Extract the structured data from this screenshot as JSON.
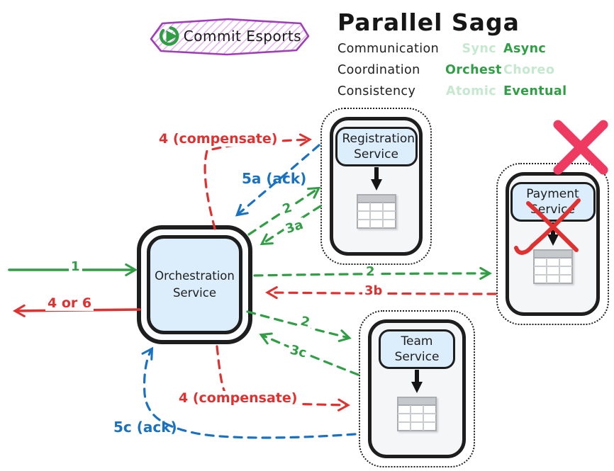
{
  "badge": {
    "text": "Commit Esports",
    "logo_icon": "play-replay-icon"
  },
  "title": "Parallel Saga",
  "legend": {
    "rows": [
      {
        "label": "Communication",
        "options": [
          {
            "text": "Sync",
            "active": false
          },
          {
            "text": "Async",
            "active": true
          }
        ]
      },
      {
        "label": "Coordination",
        "options": [
          {
            "text": "Orchest",
            "active": true
          },
          {
            "text": "Choreo",
            "active": false
          }
        ]
      },
      {
        "label": "Consistency",
        "options": [
          {
            "text": "Atomic",
            "active": false
          },
          {
            "text": "Eventual",
            "active": true
          }
        ]
      }
    ]
  },
  "nodes": {
    "orchestration": {
      "label": "Orchestration Service"
    },
    "registration": {
      "label": "Registration Service",
      "icon": "database-table-icon"
    },
    "payment": {
      "label": "Payment Service",
      "icon": "database-table-icon",
      "status": "failed",
      "status_icon": "red-cross-icon"
    },
    "team": {
      "label": "Team Service",
      "icon": "database-table-icon"
    }
  },
  "failure_marker": {
    "icon": "pink-x-icon",
    "meaning": "failure"
  },
  "edges": {
    "start": {
      "label": "1",
      "style": "solid",
      "color": "green"
    },
    "finish": {
      "label": "4 or 6",
      "style": "solid",
      "color": "red"
    },
    "reg_compensate": {
      "label": "4 (compensate)",
      "style": "dashed",
      "color": "red"
    },
    "reg_ack": {
      "label": "5a (ack)",
      "style": "dashed",
      "color": "blue"
    },
    "reg_request": {
      "label": "2",
      "style": "dashed",
      "color": "green"
    },
    "reg_response": {
      "label": "3a",
      "style": "dashed",
      "color": "green"
    },
    "pay_request": {
      "label": "2",
      "style": "dashed",
      "color": "green"
    },
    "pay_response": {
      "label": "3b",
      "style": "dashed",
      "color": "red"
    },
    "team_request": {
      "label": "2",
      "style": "dashed",
      "color": "green"
    },
    "team_response": {
      "label": "3c",
      "style": "dashed",
      "color": "green"
    },
    "team_compensate": {
      "label": "4 (compensate)",
      "style": "dashed",
      "color": "red"
    },
    "team_ack": {
      "label": "5c (ack)",
      "style": "dashed",
      "color": "blue"
    }
  },
  "colors": {
    "green": "#2f9e44",
    "green_light": "#c5e8cf",
    "red": "#e03131",
    "blue": "#1971c2",
    "pink": "#ee3a60",
    "purple": "#a03db8",
    "ink": "#1e1e1e",
    "node_fill": "#f4f6f8",
    "header_fill": "#dcedfb",
    "badge_hatch": "#e3b1f2"
  }
}
